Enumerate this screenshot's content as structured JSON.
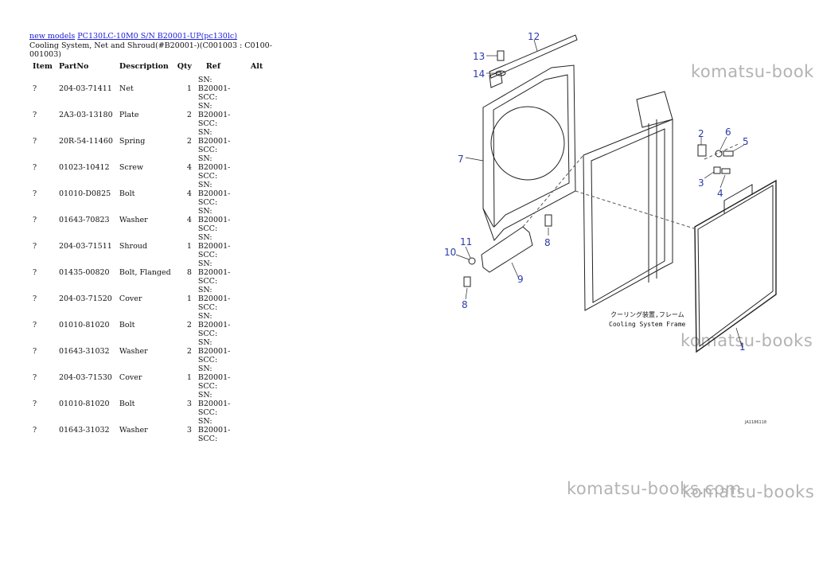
{
  "breadcrumb": {
    "link1": "new models",
    "link2": "PC130LC-10M0 S/N B20001-UP(pc130lc)"
  },
  "subtitle": "Cooling System, Net and Shroud(#B20001-)(C001003 : C0100-001003)",
  "table": {
    "headers": [
      "Item",
      "PartNo",
      "Description",
      "Qty",
      "Ref",
      "Alt"
    ],
    "rows": [
      {
        "item": "?",
        "partno": "204-03-71411",
        "desc": "Net",
        "qty": "1",
        "ref": "SN: B20001-SCC:"
      },
      {
        "item": "?",
        "partno": "2A3-03-13180",
        "desc": "Plate",
        "qty": "2",
        "ref": "SN: B20001-SCC:"
      },
      {
        "item": "?",
        "partno": "20R-54-11460",
        "desc": "Spring",
        "qty": "2",
        "ref": "SN: B20001-SCC:"
      },
      {
        "item": "?",
        "partno": "01023-10412",
        "desc": "Screw",
        "qty": "4",
        "ref": "SN: B20001-SCC:"
      },
      {
        "item": "?",
        "partno": "01010-D0825",
        "desc": "Bolt",
        "qty": "4",
        "ref": "SN: B20001-SCC:"
      },
      {
        "item": "?",
        "partno": "01643-70823",
        "desc": "Washer",
        "qty": "4",
        "ref": "SN: B20001-SCC:"
      },
      {
        "item": "?",
        "partno": "204-03-71511",
        "desc": "Shroud",
        "qty": "1",
        "ref": "SN: B20001-SCC:"
      },
      {
        "item": "?",
        "partno": "01435-00820",
        "desc": "Bolt, Flanged",
        "qty": "8",
        "ref": "SN: B20001-SCC:"
      },
      {
        "item": "?",
        "partno": "204-03-71520",
        "desc": "Cover",
        "qty": "1",
        "ref": "SN: B20001-SCC:"
      },
      {
        "item": "?",
        "partno": "01010-81020",
        "desc": "Bolt",
        "qty": "2",
        "ref": "SN: B20001-SCC:"
      },
      {
        "item": "?",
        "partno": "01643-31032",
        "desc": "Washer",
        "qty": "2",
        "ref": "SN: B20001-SCC:"
      },
      {
        "item": "?",
        "partno": "204-03-71530",
        "desc": "Cover",
        "qty": "1",
        "ref": "SN: B20001-SCC:"
      },
      {
        "item": "?",
        "partno": "01010-81020",
        "desc": "Bolt",
        "qty": "3",
        "ref": "SN: B20001-SCC:"
      },
      {
        "item": "?",
        "partno": "01643-31032",
        "desc": "Washer",
        "qty": "3",
        "ref": "SN: B20001-SCC:"
      }
    ]
  },
  "watermarks": {
    "w1": "komatsu-book",
    "w2": "komatsu-books",
    "w3": "komatsu-books.com",
    "w4": "komatsu-books"
  },
  "diagram": {
    "callouts": [
      "12",
      "13",
      "14",
      "7",
      "2",
      "6",
      "5",
      "3",
      "4",
      "8",
      "11",
      "10",
      "9",
      "8",
      "1"
    ],
    "frame_label_jp": "クーリング装置,フレーム",
    "frame_label_en": "Cooling System Frame",
    "drawing_code": "JA1186118"
  },
  "colors": {
    "link": "#1a1ad8",
    "callout": "#2b3aa8",
    "watermark": "#b3b3b3"
  }
}
